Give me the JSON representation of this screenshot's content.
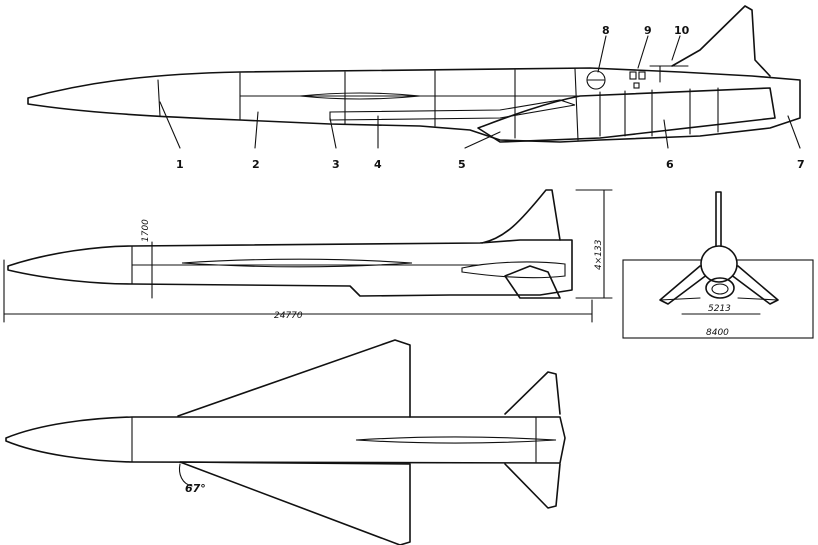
{
  "callouts": {
    "c1": "1",
    "c2": "2",
    "c3": "3",
    "c4": "4",
    "c5": "5",
    "c6": "6",
    "c7": "7",
    "c8": "8",
    "c9": "9",
    "c10": "10"
  },
  "dimensions": {
    "length": "24770",
    "fuselage_diameter": "1700",
    "height": "4×133",
    "wingspan": "8400",
    "tailspan": "5213",
    "sweep_angle": "67°"
  }
}
